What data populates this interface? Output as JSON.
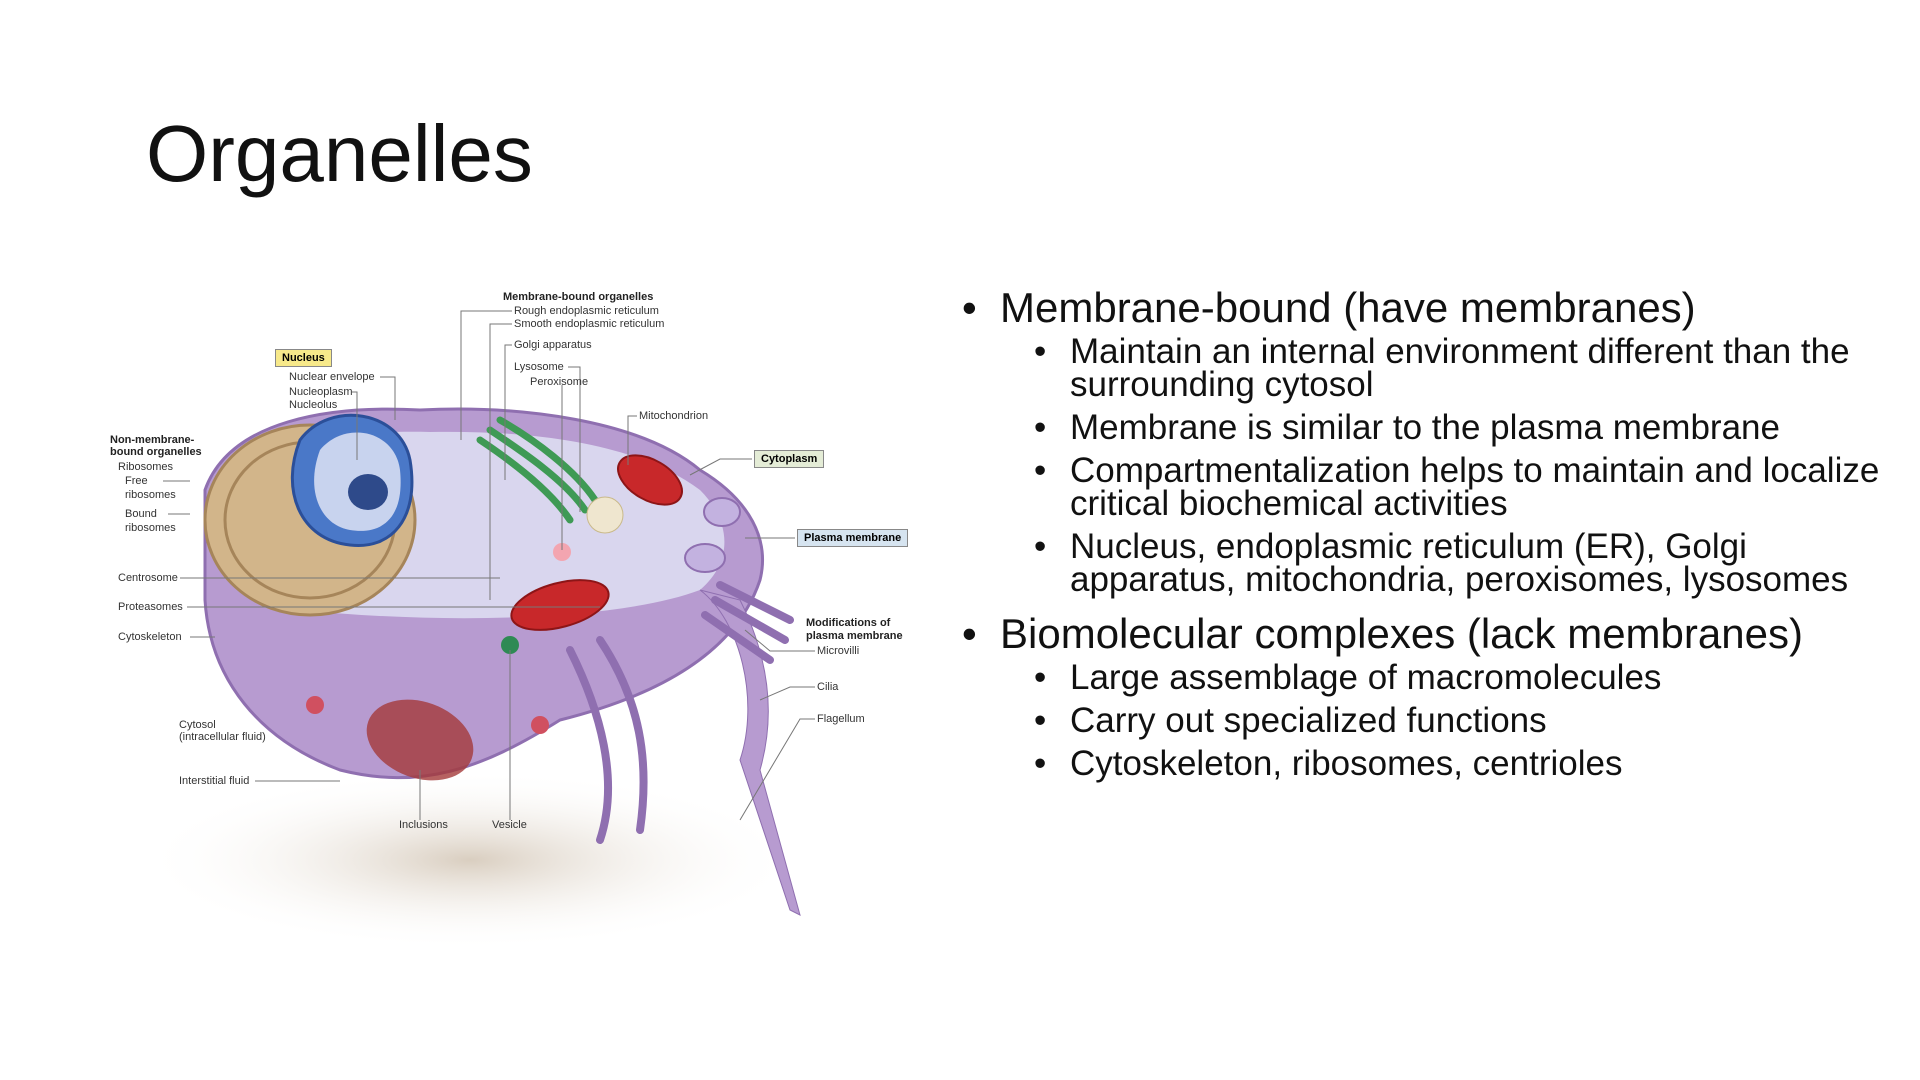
{
  "slide": {
    "title": "Organelles"
  },
  "diagram": {
    "membrane_bound_heading": "Membrane-bound organelles",
    "rough_er": "Rough endoplasmic reticulum",
    "smooth_er": "Smooth endoplasmic reticulum",
    "golgi": "Golgi apparatus",
    "lysosome": "Lysosome",
    "peroxisome": "Peroxisome",
    "mitochondrion": "Mitochondrion",
    "cytoplasm": "Cytoplasm",
    "plasma_membrane": "Plasma membrane",
    "modifications_1": "Modifications of",
    "modifications_2": "plasma membrane",
    "microvilli": "Microvilli",
    "cilia": "Cilia",
    "flagellum": "Flagellum",
    "nucleus": "Nucleus",
    "nuclear_envelope": "Nuclear envelope",
    "nucleoplasm": "Nucleoplasm",
    "nucleolus": "Nucleolus",
    "non_membrane_1": "Non-membrane-",
    "non_membrane_2": "bound organelles",
    "ribosomes": "Ribosomes",
    "free_1": "Free",
    "free_2": "ribosomes",
    "bound_1": "Bound",
    "bound_2": "ribosomes",
    "centrosome": "Centrosome",
    "proteasomes": "Proteasomes",
    "cytoskeleton": "Cytoskeleton",
    "cytosol_1": "Cytosol",
    "cytosol_2": "(intracellular fluid)",
    "interstitial": "Interstitial fluid",
    "inclusions": "Inclusions",
    "vesicle": "Vesicle",
    "colors": {
      "nucleus_box": "#f7e98a",
      "cytoplasm_box": "#e4ecd6",
      "plasma_box": "#d6e4f0",
      "cell": "#b79bd0"
    }
  },
  "bullets": [
    {
      "text": "Membrane-bound (have membranes)",
      "children": [
        "Maintain an internal environment different than the surrounding cytosol",
        "Membrane is similar to the plasma membrane",
        "Compartmentalization helps to maintain and localize critical biochemical activities",
        "Nucleus, endoplasmic reticulum (ER), Golgi apparatus, mitochondria, peroxisomes, lysosomes"
      ]
    },
    {
      "text": "Biomolecular complexes (lack membranes)",
      "children": [
        "Large assemblage of macromolecules",
        "Carry out specialized functions",
        "Cytoskeleton, ribosomes, centrioles"
      ]
    }
  ]
}
